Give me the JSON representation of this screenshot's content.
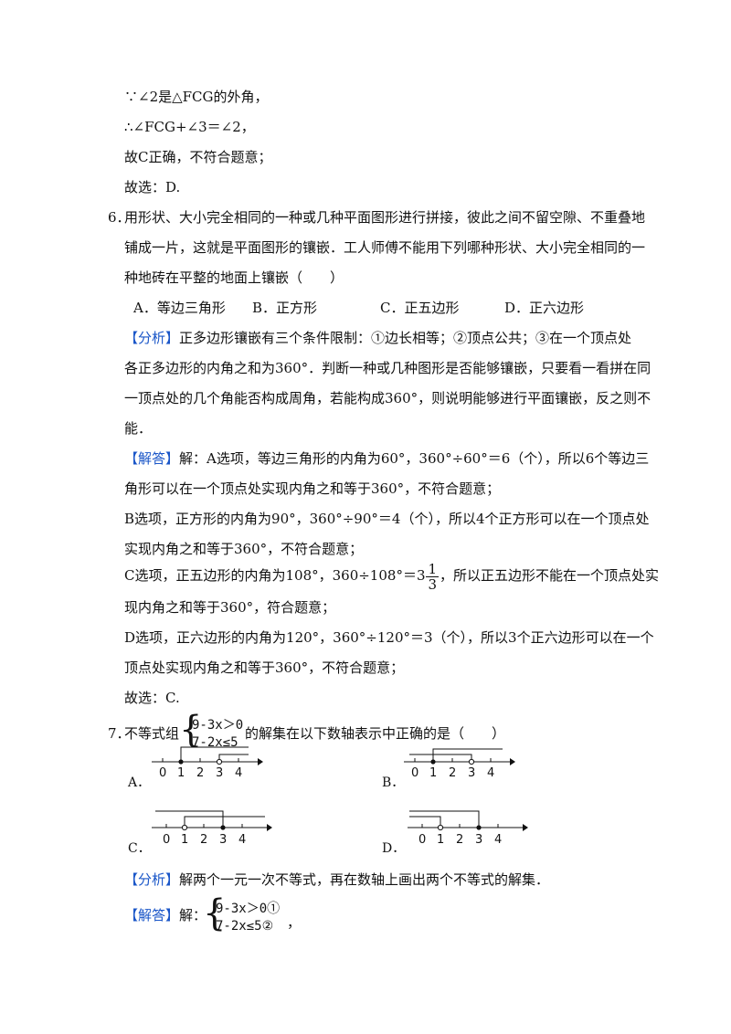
{
  "top": {
    "l1": "∵∠2是△FCG的外角，",
    "l2": "∴∠FCG+∠3＝∠2，",
    "l3": "故C正确，不符合题意；",
    "l4": "故选：D."
  },
  "q6": {
    "num": "6．",
    "stem1": "用形状、大小完全相同的一种或几种平面图形进行拼接，彼此之间不留空隙、不重叠地",
    "stem2": "铺成一片，这就是平面图形的镶嵌．工人师傅不能用下列哪种形状、大小完全相同的一",
    "stem3": "种地砖在平整的地面上镶嵌（　　）",
    "optA": "A．等边三角形",
    "optB": "B．正方形",
    "optC": "C．正五边形",
    "optD": "D．正六边形",
    "analysis_tag": "【分析】",
    "analysis1": "正多边形镶嵌有三个条件限制：①边长相等；②顶点公共；③在一个顶点处",
    "analysis2": "各正多边形的内角之和为360°．判断一种或几种图形是否能够镶嵌，只要看一看拼在同",
    "analysis3": "一顶点处的几个角能否构成周角，若能构成360°，则说明能够进行平面镶嵌，反之则不",
    "analysis4": "能．",
    "answer_tag": "【解答】",
    "ans1": "解：A选项，等边三角形的内角为60°，360°÷60°＝6（个），所以6个等边三",
    "ans2": "角形可以在一个顶点处实现内角之和等于360°，不符合题意；",
    "ans3": "B选项，正方形的内角为90°，360°÷90°＝4（个），所以4个正方形可以在一个顶点处",
    "ans4": "实现内角之和等于360°，不符合题意；",
    "ans5a": "C选项，正五边形的内角为108°，360÷108°＝3",
    "ans5_frac_n": "1",
    "ans5_frac_d": "3",
    "ans5b": "，所以正五边形不能在一个顶点处实",
    "ans6": "现内角之和等于360°，符合题意；",
    "ans7": "D选项，正六边形的内角为120°，360°÷120°＝3（个），所以3个正六边形可以在一个",
    "ans8": "顶点处实现内角之和等于360°，不符合题意；",
    "ans9": "故选：C."
  },
  "q7": {
    "num": "7．",
    "stem_pre": "不等式组",
    "ineq1": "9-3x＞0",
    "ineq2": "7-2x≤5",
    "stem_post": "的解集在以下数轴表示中正确的是（　　）",
    "optA": "A．",
    "optB": "B．",
    "optC": "C．",
    "optD": "D．",
    "ticks": [
      "0",
      "1",
      "2",
      "3",
      "4"
    ],
    "analysis_tag": "【分析】",
    "analysis": "解两个一元一次不等式，再在数轴上画出两个不等式的解集．",
    "answer_tag": "【解答】",
    "ans_pre": "解：",
    "ans_ineq1": "9-3x＞0①",
    "ans_ineq2": "7-2x≤5②",
    "ans_post": "，"
  }
}
